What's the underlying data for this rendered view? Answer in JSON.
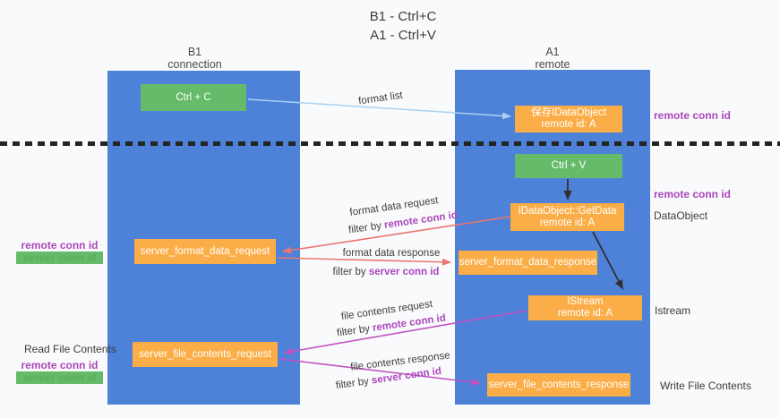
{
  "title": {
    "line1": "B1 - Ctrl+C",
    "line2": "A1 - Ctrl+V"
  },
  "columns": {
    "left": {
      "name": "B1",
      "subtitle": "connection"
    },
    "right": {
      "name": "A1",
      "subtitle": "remote"
    }
  },
  "nodes": {
    "ctrl_c": {
      "label": "Ctrl + C"
    },
    "saved_idataobject": {
      "line1": "保存IDataObject",
      "line2": "remote id: A"
    },
    "ctrl_v": {
      "label": "Ctrl + V"
    },
    "getdata": {
      "line1": "IDataObject::GetData",
      "line2": "remote id: A"
    },
    "server_format_data_request": {
      "label": "server_format_data_request"
    },
    "server_format_data_response": {
      "label": "server_format_data_response"
    },
    "istream": {
      "line1": "IStream",
      "line2": "remote id: A"
    },
    "server_file_contents_request": {
      "label": "server_file_contents_request"
    },
    "server_file_contents_response": {
      "label": "server_file_contents_response"
    }
  },
  "flow_labels": {
    "format_list": "format list",
    "format_data_request": "format data request",
    "format_data_response": "format data response",
    "file_contents_request": "file contents request",
    "file_contents_response": "file contents response",
    "filter_by": "filter by",
    "remote_conn_id": "remote conn id",
    "server_conn_id": "server conn id"
  },
  "side_labels": {
    "remote_conn_id": "remote conn id",
    "server_conn_id": "server conn id",
    "dataobject": "DataObject",
    "istream": "Istream",
    "read_file_contents": "Read File Contents",
    "write_file_contents": "Write File Contents"
  },
  "colors": {
    "column_blue": "#4d82d8",
    "node_green": "#66bb6a",
    "node_orange": "#fbae47",
    "arrow_red": "#ec7470",
    "arrow_magenta": "#c253c2",
    "arrow_lightblue": "#a8d2f0",
    "arrow_black": "#2f2f2f",
    "label_purple": "#ab47bc",
    "label_green": "#57ae5b"
  }
}
